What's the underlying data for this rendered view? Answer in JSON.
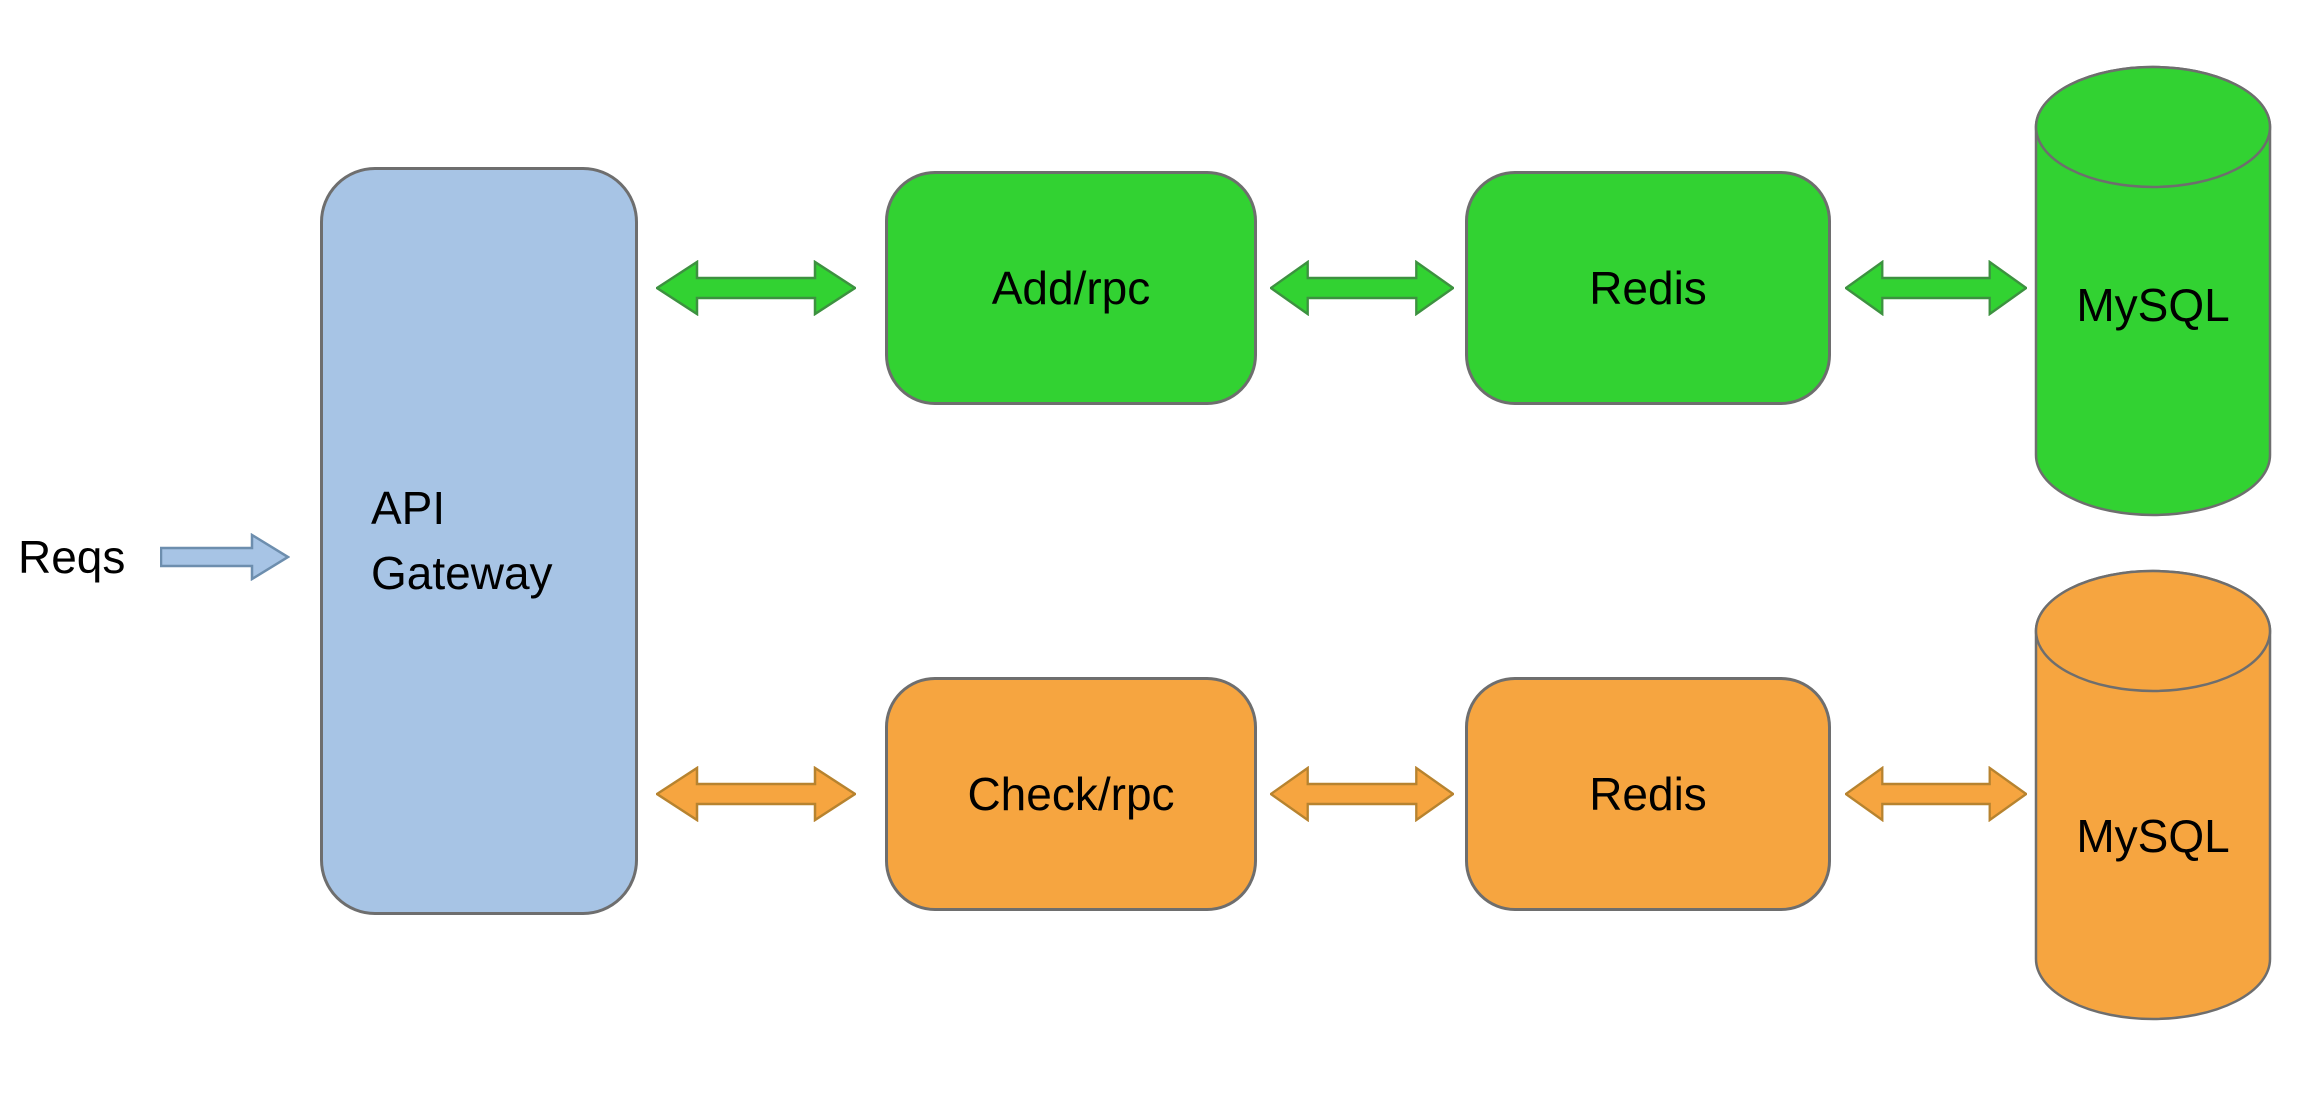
{
  "diagram": {
    "input_label": "Reqs",
    "gateway_label": "API Gateway",
    "rows": [
      {
        "name": "add-flow",
        "service_label": "Add/rpc",
        "cache_label": "Redis",
        "db_label": "MySQL",
        "fill": "#32d232",
        "stroke": "#3d9140"
      },
      {
        "name": "check-flow",
        "service_label": "Check/rpc",
        "cache_label": "Redis",
        "db_label": "MySQL",
        "fill": "#f6a540",
        "stroke": "#b7832f"
      }
    ],
    "colors": {
      "gateway_fill": "#a7c4e5",
      "gateway_arrow_stroke": "#6d8eae",
      "shape_border": "#6e6e6e"
    }
  }
}
